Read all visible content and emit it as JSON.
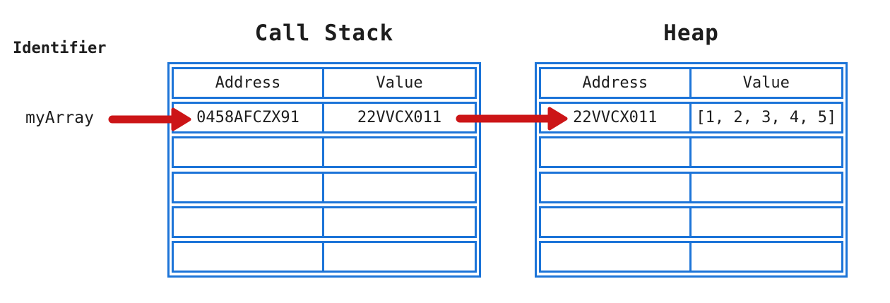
{
  "labels": {
    "identifier": "Identifier",
    "variable": "myArray"
  },
  "call_stack": {
    "title": "Call Stack",
    "columns": [
      "Address",
      "Value"
    ],
    "rows": [
      {
        "address": "0458AFCZX91",
        "value": "22VVCX011"
      }
    ],
    "empty_rows": 4
  },
  "heap": {
    "title": "Heap",
    "columns": [
      "Address",
      "Value"
    ],
    "rows": [
      {
        "address": "22VVCX011",
        "value": "[1, 2, 3, 4, 5]"
      }
    ],
    "empty_rows": 4
  },
  "arrows": [
    {
      "name": "identifier-to-call-stack",
      "from": "myArray",
      "to": "0458AFCZX91"
    },
    {
      "name": "call-stack-value-to-heap",
      "from": "22VVCX011",
      "to": "22VVCX011"
    }
  ],
  "colors": {
    "table_border": "#1c74d8",
    "arrow": "#cc1517",
    "text": "#1d1d1d"
  }
}
